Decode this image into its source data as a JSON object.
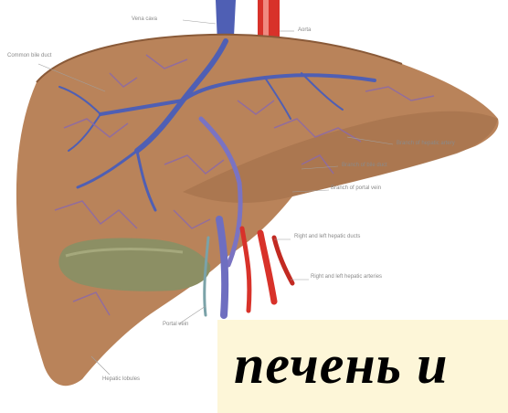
{
  "labels": {
    "vena_cava": "Vena cava",
    "aorta": "Aorta",
    "common_bile_duct": "Common bile duct",
    "hepatic_artery_branch": "Branch of hepatic artery",
    "bile_duct_branch": "Branch of bile duct",
    "portal_vein_branch": "Branch of portal vein",
    "hepatic_ducts": "Right and left hepatic ducts",
    "hepatic_arteries": "Right and left hepatic arteries",
    "portal_vein": "Portal vein",
    "hepatic_lobules": "Hepatic lobules"
  },
  "caption": "печень и",
  "colors": {
    "liver": "#b9835a",
    "liver_dark": "#9c6942",
    "vein": "#4f5fb4",
    "artery": "#d8322a",
    "gallbladder": "#8c8f64",
    "caption_bg": "#fdf6d8"
  }
}
